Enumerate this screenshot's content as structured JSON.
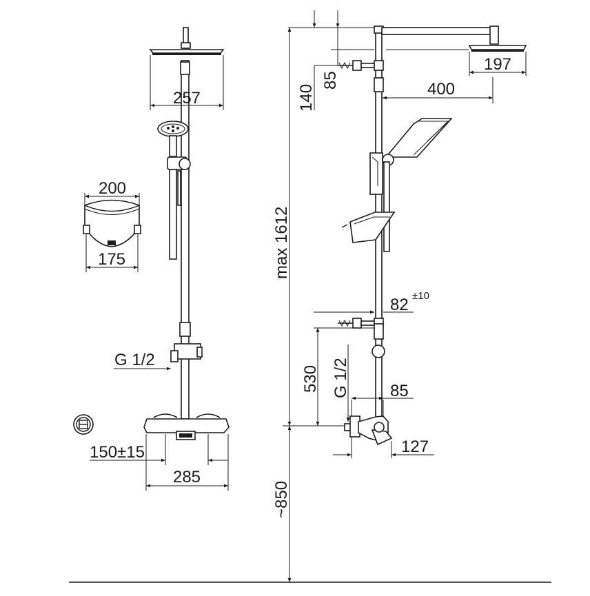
{
  "front_view": {
    "headshower_width": "257",
    "soap_tray_width_top": "200",
    "soap_tray_width_bottom": "175",
    "inlet_thread": "G 1/2",
    "inlet_spacing": "150±15",
    "mixer_width": "285"
  },
  "side_view": {
    "headshower_diameter": "197",
    "arm_projection": "400",
    "top_to_bracket": "140",
    "bracket_offset": "85",
    "max_height": "max 1612",
    "lower_bracket_offset": "82",
    "lower_bracket_tolerance": "±10",
    "bracket_to_mixer": "530",
    "inlet_thread": "G 1/2",
    "mixer_depth_top": "85",
    "mixer_depth_bottom": "127",
    "floor_height": "~850"
  }
}
